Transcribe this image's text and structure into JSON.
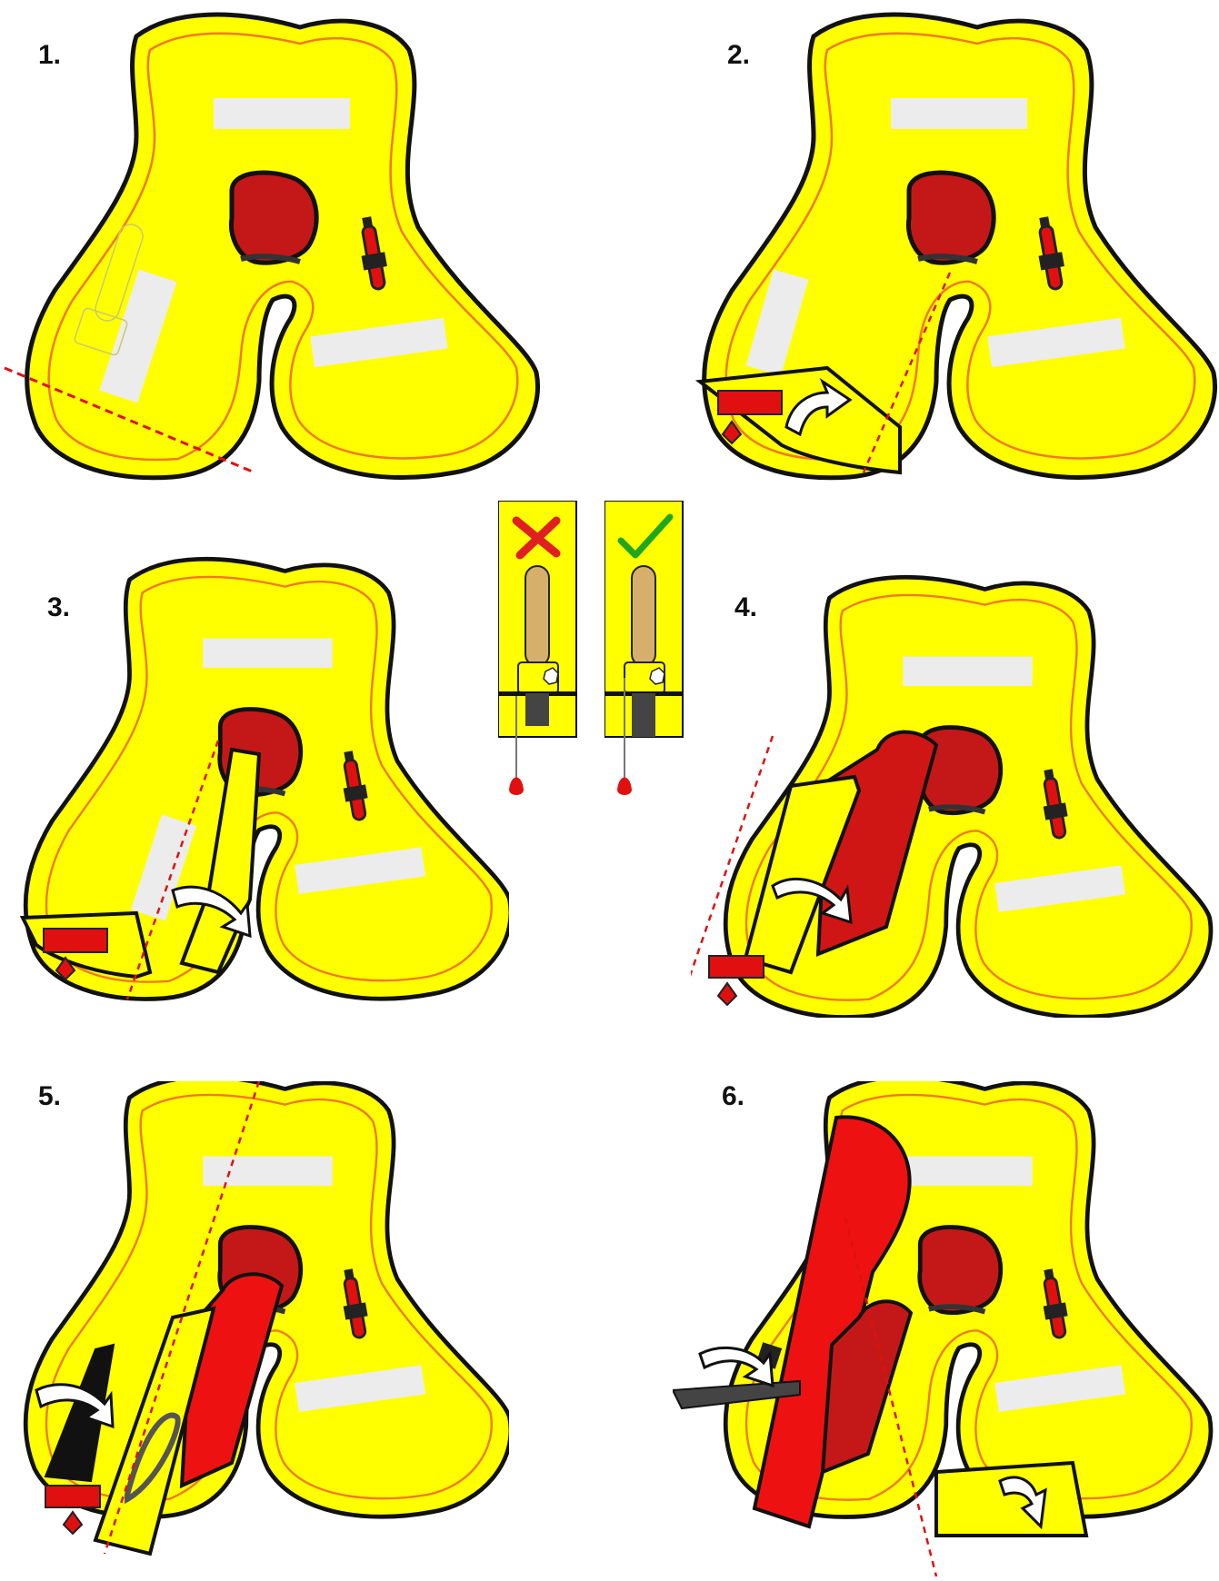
{
  "steps": [
    {
      "label": "1."
    },
    {
      "label": "2."
    },
    {
      "label": "3."
    },
    {
      "label": "4."
    },
    {
      "label": "5."
    },
    {
      "label": "6."
    }
  ],
  "check_panels": {
    "wrong_icon": "cross-mark-icon",
    "right_icon": "check-mark-icon"
  },
  "colors": {
    "vest_yellow": "#ffff00",
    "outline": "#111111",
    "seam_orange": "#f07a1a",
    "collar_red": "#c41818",
    "cover_red": "#ee1111",
    "patch_grey": "#ececec",
    "fold_line_red": "#e01010",
    "check_green": "#1fa81f",
    "cylinder_tan": "#d6b06a"
  }
}
